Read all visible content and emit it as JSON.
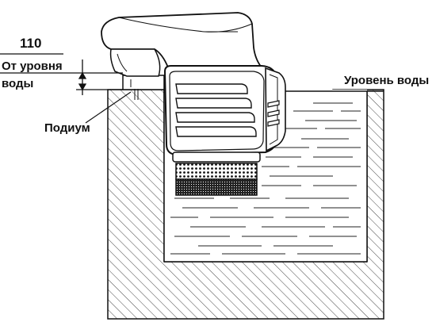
{
  "labels": {
    "dimension_value": "110",
    "from_water_line1": "От уровня",
    "from_water_line2": "воды",
    "water_level": "Уровень воды",
    "podium": "Подиум"
  }
}
